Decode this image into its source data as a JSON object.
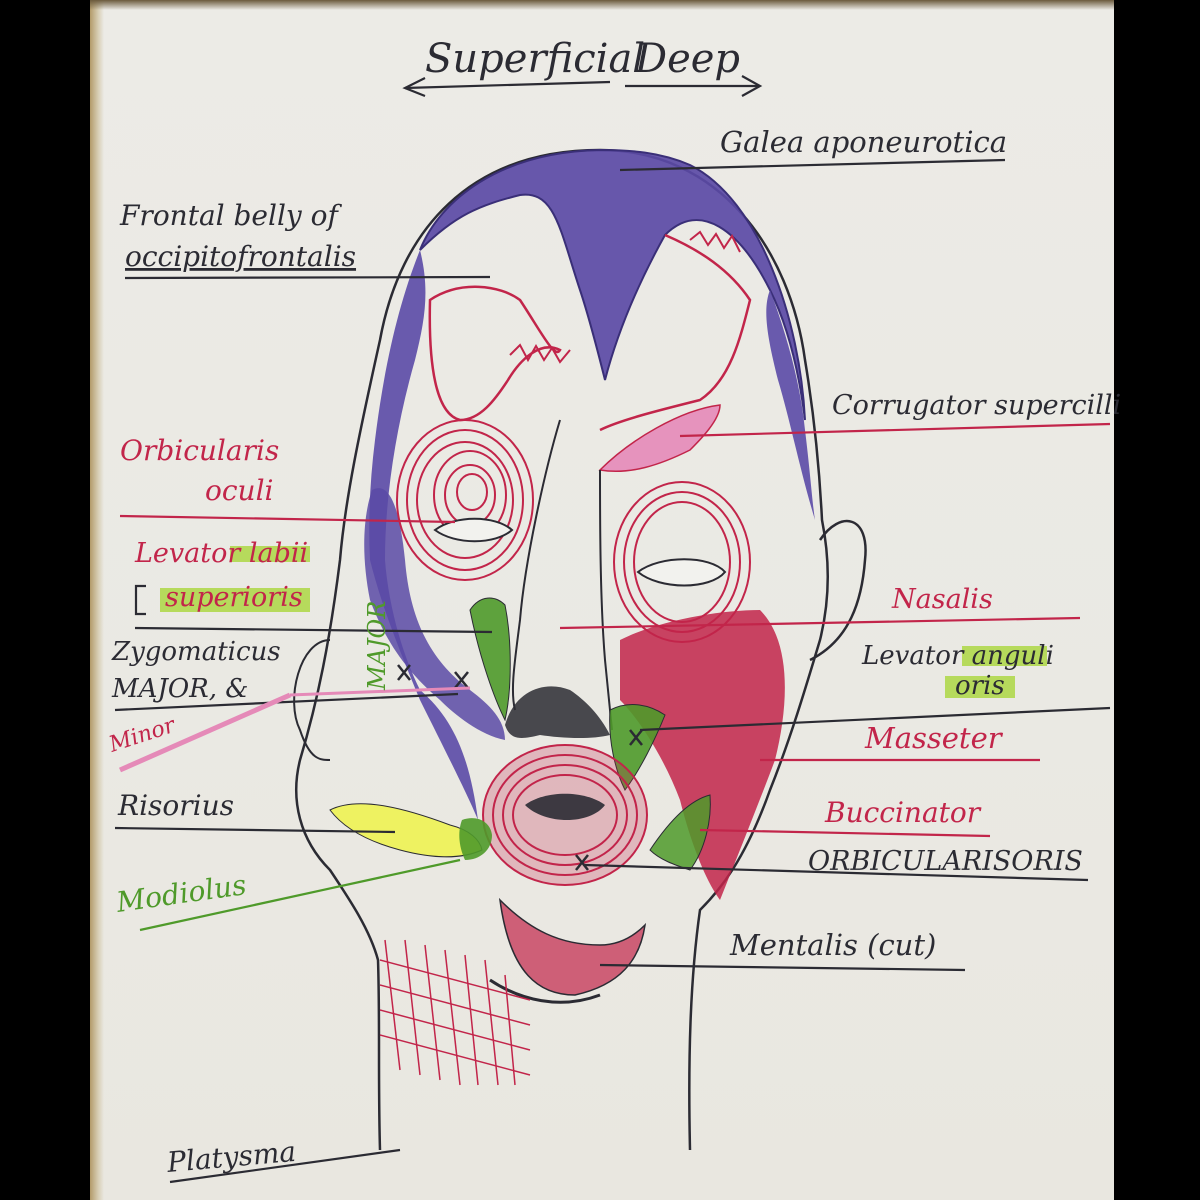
{
  "colors": {
    "ink": "#2b2b33",
    "purple": "#5b4aa6",
    "red": "#c2254a",
    "pink": "#e58ab8",
    "green": "#4f9a2a",
    "lime_highlight": "#a9d63a",
    "yellow": "#eef25a"
  },
  "header": {
    "left": "Superficial",
    "right": "Deep"
  },
  "labels": {
    "galea": "Galea aponeurotica",
    "frontal_line1": "Frontal belly of",
    "frontal_line2": "occipitofrontalis",
    "corrugator": "Corrugator supercilli",
    "orbicularis_oculi_line1": "Orbicularis",
    "orbicularis_oculi_line2": "oculi",
    "levator_labii_line1": "Levator labii",
    "levator_labii_line2": "superioris",
    "zygomaticus_line1": "Zygomaticus",
    "zygomaticus_line2": "MAJOR, &",
    "minor": "Minor",
    "major_vertical": "MAJOR",
    "nasalis": "Nasalis",
    "levator_anguli_line1": "Levator anguli",
    "levator_anguli_line2": "oris",
    "masseter": "Masseter",
    "risorius": "Risorius",
    "buccinator": "Buccinator",
    "orbicularis_oris": "ORBICULARISORIS",
    "modiolus": "Modiolus",
    "mentalis": "Mentalis (cut)",
    "platysma": "Platysma"
  }
}
